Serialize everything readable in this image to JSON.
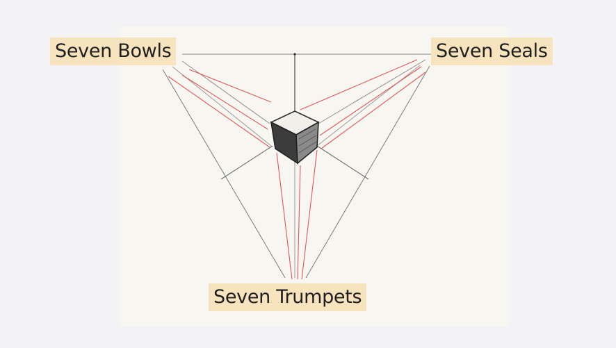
{
  "labels": {
    "vanishing_left": "Seven Bowls",
    "vanishing_right": "Seven Seals",
    "vanishing_bottom": "Seven Trumpets"
  },
  "colors": {
    "background": "#f3f3f5",
    "paper": "#f8f6f1",
    "label_bg": "#f7e3bd",
    "pencil": "#6e6e6e",
    "red_line": "#e0555a",
    "cube_dark": "#3a3a3a"
  }
}
